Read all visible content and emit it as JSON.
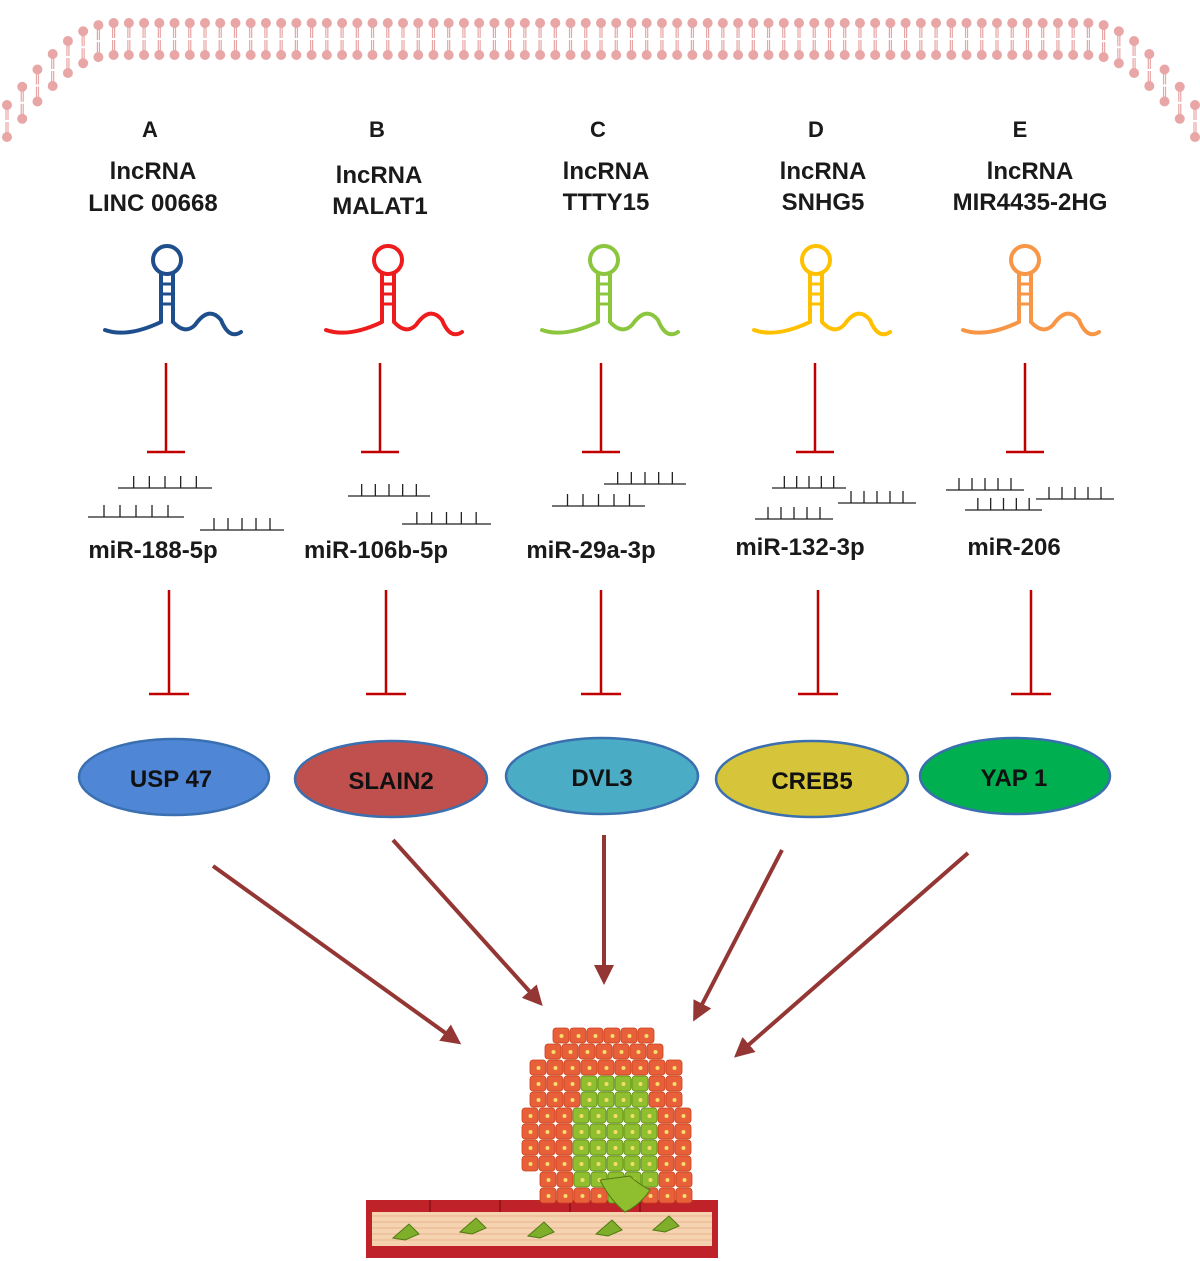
{
  "panels": [
    {
      "letter": "A",
      "lnc_type": "lncRNA",
      "lnc_name": "LINC 00668",
      "mirna": "miR-188-5p",
      "protein": "USP 47",
      "rna_color": "#1f4e8c",
      "protein_color": "#4f86d6"
    },
    {
      "letter": "B",
      "lnc_type": "lncRNA",
      "lnc_name": "MALAT1",
      "mirna": "miR-106b-5p",
      "protein": "SLAIN2",
      "rna_color": "#ee1c1c",
      "protein_color": "#c0504d"
    },
    {
      "letter": "C",
      "lnc_type": "lncRNA",
      "lnc_name": "TTTY15",
      "mirna": "miR-29a-3p",
      "protein": "DVL3",
      "rna_color": "#8cc63f",
      "protein_color": "#4bacc6"
    },
    {
      "letter": "D",
      "lnc_type": "lncRNA",
      "lnc_name": "SNHG5",
      "mirna": "miR-132-3p",
      "protein": "CREB5",
      "rna_color": "#ffc000",
      "protein_color": "#d6c43a"
    },
    {
      "letter": "E",
      "lnc_type": "lncRNA",
      "lnc_name": "MIR4435-2HG",
      "mirna": "miR-206",
      "protein": "YAP 1",
      "rna_color": "#f79646",
      "protein_color": "#00b050"
    }
  ],
  "colors": {
    "membrane": "#e8a6a6",
    "inhibition": "#c00000",
    "arrow": "#943634",
    "ellipse_border": "#3a6fb0",
    "tumor_red": "#e8603a",
    "tumor_green": "#8fbe2e",
    "vessel": "#c0222a",
    "vessel_inner": "#f6d3b0"
  },
  "icons": [
    "membrane-bilayer",
    "lncrna-stemloop-icon",
    "mirna-duplex-icon",
    "tumor-invasion-icon"
  ]
}
